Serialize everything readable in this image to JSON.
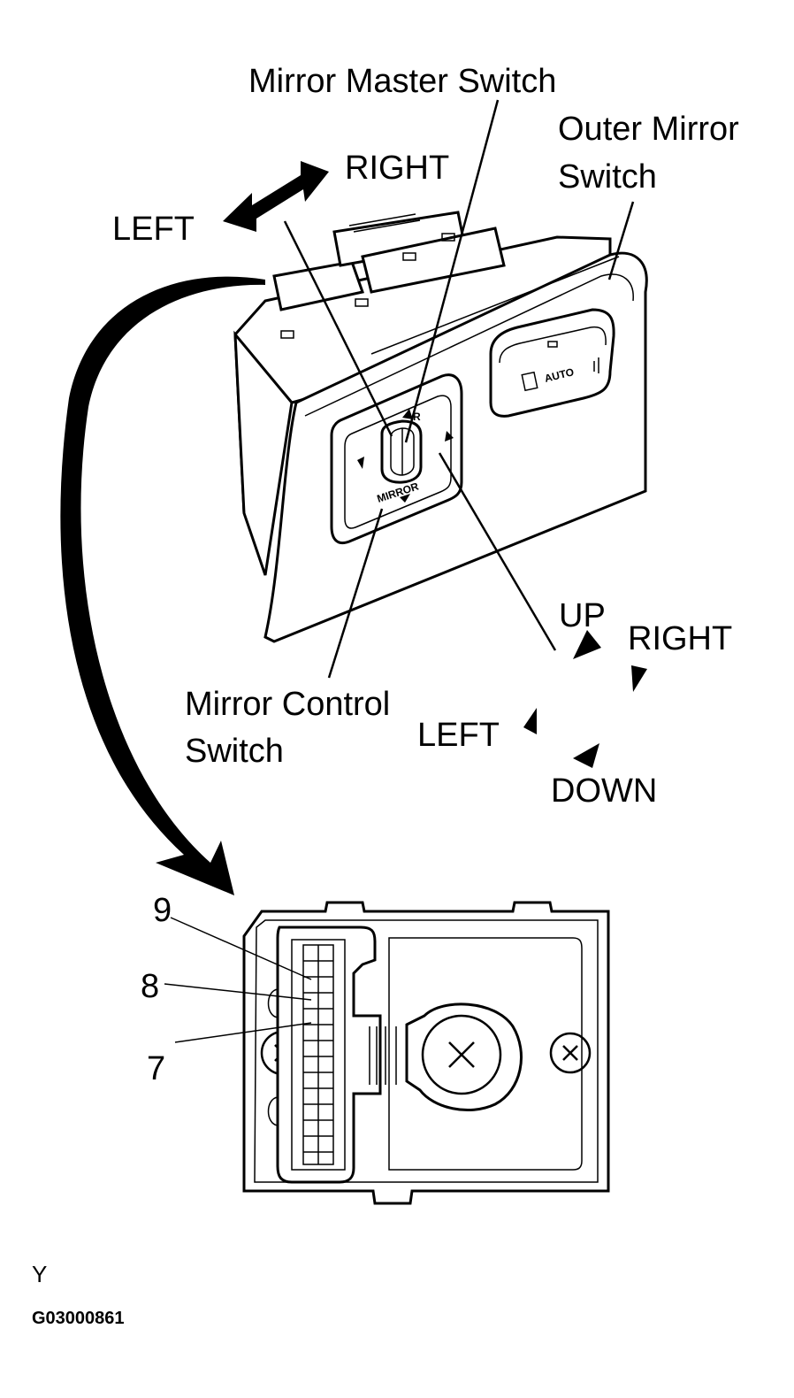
{
  "labels": {
    "mirror_master_switch": "Mirror Master Switch",
    "outer_mirror_switch_line1": "Outer Mirror",
    "outer_mirror_switch_line2": "Switch",
    "top_right": "RIGHT",
    "top_left": "LEFT",
    "up": "UP",
    "right": "RIGHT",
    "left": "LEFT",
    "down": "DOWN",
    "mirror_control_switch_line1": "Mirror Control",
    "mirror_control_switch_line2": "Switch"
  },
  "switch_face": {
    "auto": "AUTO",
    "mirror": "MIRROR",
    "knob_r": "R"
  },
  "pins": [
    "9",
    "8",
    "7"
  ],
  "footer": {
    "code_letter": "Y",
    "figure_id": "G03000861"
  }
}
